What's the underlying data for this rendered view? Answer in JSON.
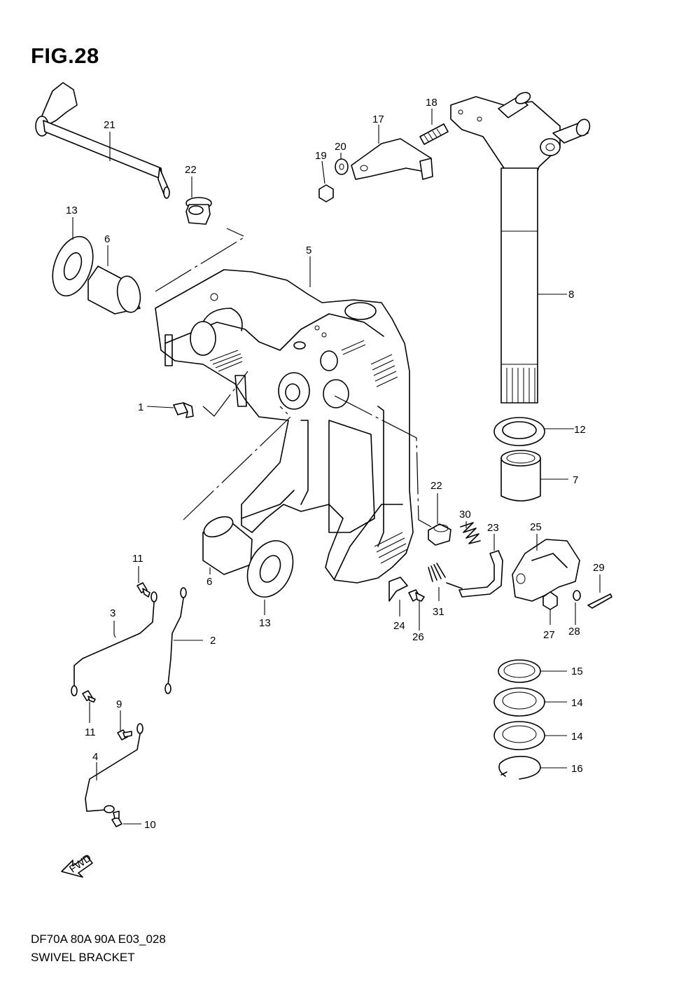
{
  "figure": {
    "title": "FIG.28",
    "model_code": "DF70A 80A 90A E03_028",
    "caption": "SWIVEL BRACKET",
    "fwd_label": "FWD"
  },
  "callouts": [
    {
      "id": "c1",
      "text": "1"
    },
    {
      "id": "c2",
      "text": "2"
    },
    {
      "id": "c3",
      "text": "3"
    },
    {
      "id": "c4",
      "text": "4"
    },
    {
      "id": "c5",
      "text": "5"
    },
    {
      "id": "c6a",
      "text": "6"
    },
    {
      "id": "c6b",
      "text": "6"
    },
    {
      "id": "c7",
      "text": "7"
    },
    {
      "id": "c8",
      "text": "8"
    },
    {
      "id": "c9",
      "text": "9"
    },
    {
      "id": "c10",
      "text": "10"
    },
    {
      "id": "c11a",
      "text": "11"
    },
    {
      "id": "c11b",
      "text": "11"
    },
    {
      "id": "c12",
      "text": "12"
    },
    {
      "id": "c13a",
      "text": "13"
    },
    {
      "id": "c13b",
      "text": "13"
    },
    {
      "id": "c14a",
      "text": "14"
    },
    {
      "id": "c14b",
      "text": "14"
    },
    {
      "id": "c15",
      "text": "15"
    },
    {
      "id": "c16",
      "text": "16"
    },
    {
      "id": "c17",
      "text": "17"
    },
    {
      "id": "c18",
      "text": "18"
    },
    {
      "id": "c19",
      "text": "19"
    },
    {
      "id": "c20",
      "text": "20"
    },
    {
      "id": "c21",
      "text": "21"
    },
    {
      "id": "c22a",
      "text": "22"
    },
    {
      "id": "c22b",
      "text": "22"
    },
    {
      "id": "c23",
      "text": "23"
    },
    {
      "id": "c24",
      "text": "24"
    },
    {
      "id": "c25",
      "text": "25"
    },
    {
      "id": "c26",
      "text": "26"
    },
    {
      "id": "c27",
      "text": "27"
    },
    {
      "id": "c28",
      "text": "28"
    },
    {
      "id": "c29",
      "text": "29"
    },
    {
      "id": "c30",
      "text": "30"
    },
    {
      "id": "c31",
      "text": "31"
    }
  ]
}
